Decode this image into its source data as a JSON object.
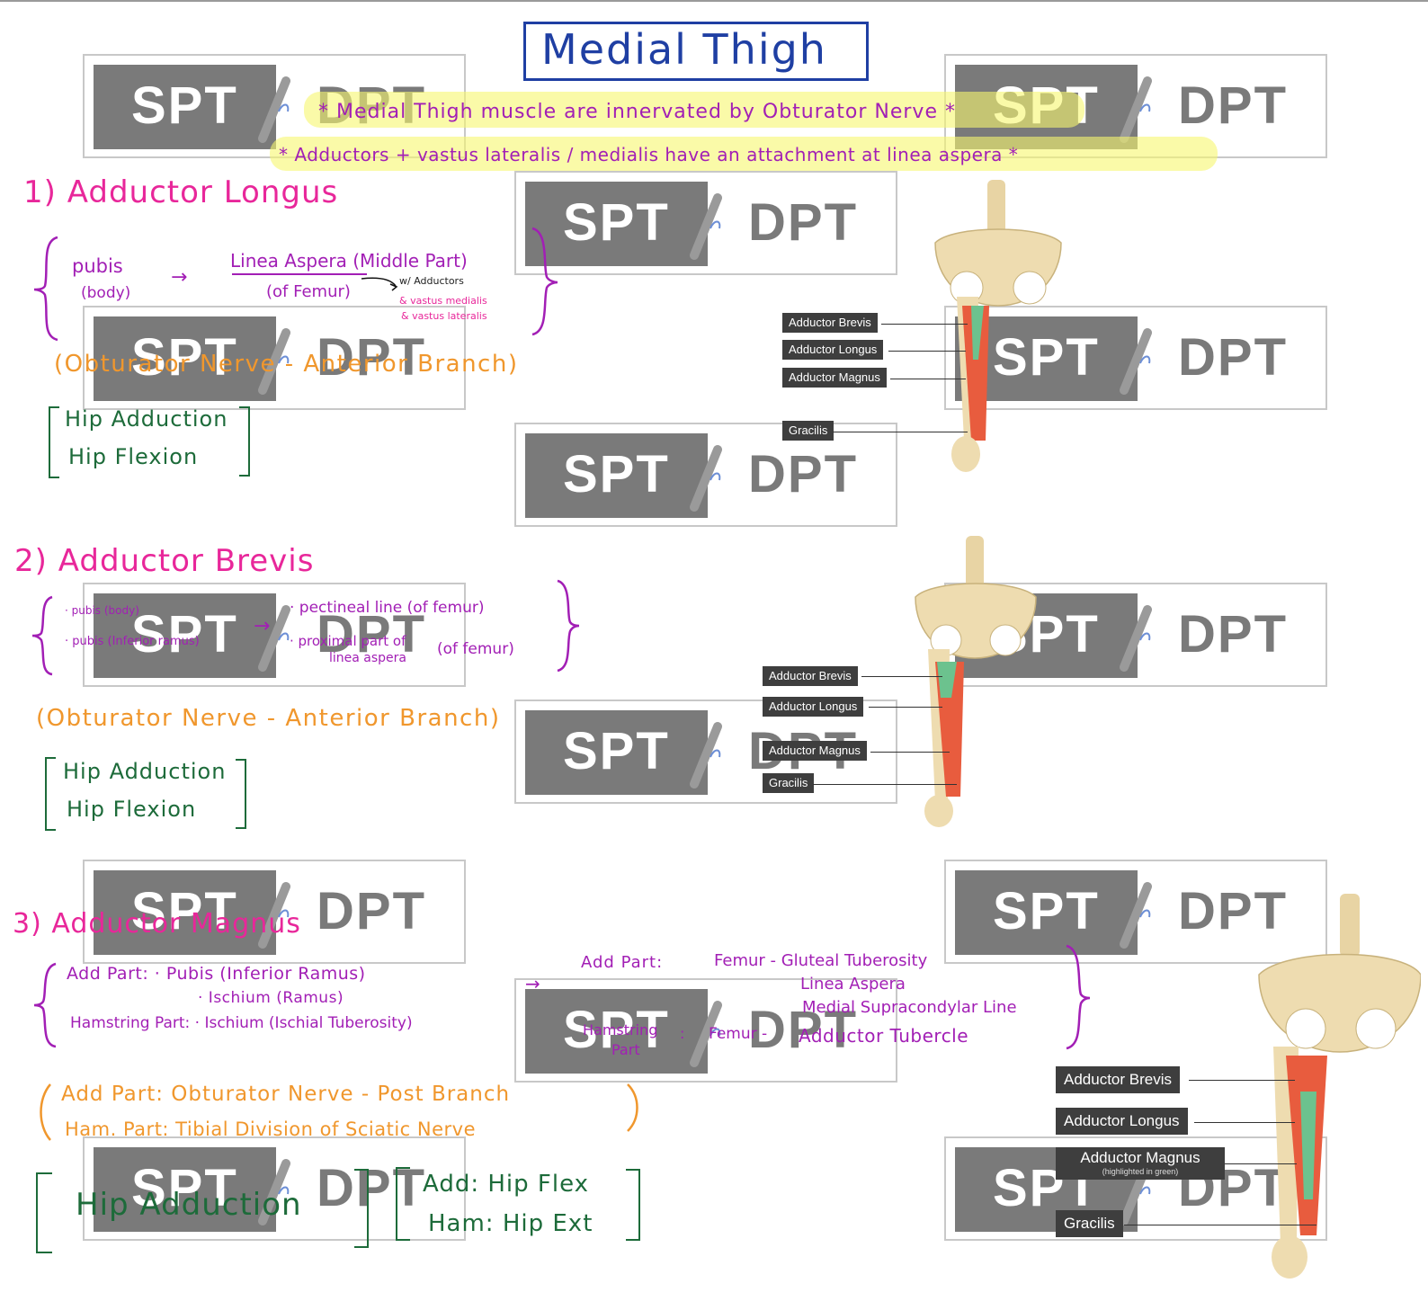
{
  "title": "Medial Thigh",
  "notes": {
    "note1": "* Medial Thigh muscle are innervated by Obturator Nerve *",
    "note2": "* Adductors + vastus lateralis / medialis have an attachment at linea aspera *"
  },
  "watermark": {
    "spt": "SPT",
    "slash": "⁄",
    "dpt": "DPT"
  },
  "s1": {
    "heading": "1) Adductor Longus",
    "origin_1": "pubis",
    "origin_2": "(body)",
    "arrow": "→",
    "insertion_1": "Linea Aspera (Middle Part)",
    "insertion_2": "(of Femur)",
    "side_1": "w/ Adductors",
    "side_2": "& vastus medialis",
    "side_3": "& vastus lateralis",
    "nerve": "(Obturator Nerve - Anterior Branch)",
    "action_1": "Hip Adduction",
    "action_2": "Hip Flexion"
  },
  "s2": {
    "heading": "2) Adductor Brevis",
    "origin_1": "· pubis (body)",
    "origin_2": "· pubis (Inferior ramus)",
    "arrow": "→",
    "insertion_1": "· pectineal line (of femur)",
    "insertion_2": "· proximal part of",
    "insertion_3": "linea aspera",
    "insertion_4": "(of femur)",
    "nerve": "(Obturator Nerve - Anterior Branch)",
    "action_1": "Hip Adduction",
    "action_2": "Hip Flexion"
  },
  "s3": {
    "heading": "3) Adductor Magnus",
    "origin_1": "Add Part: · Pubis (Inferior Ramus)",
    "origin_2": "· Ischium (Ramus)",
    "origin_3": "Hamstring Part: · Ischium (Ischial Tuberosity)",
    "arrow": "→",
    "ins_add_label": "Add Part:",
    "ins_add_1": "Femur - Gluteal Tuberosity",
    "ins_add_2": "Linea Aspera",
    "ins_add_3": "Medial Supracondylar Line",
    "ins_ham_label_1": "Hamstring",
    "ins_ham_label_2": "Part",
    "ins_ham_colon": ":",
    "ins_ham_1": "Femur -",
    "ins_ham_2": "Adductor Tubercle",
    "nerve_1": "Add Part: Obturator Nerve - Post Branch",
    "nerve_2": "Ham. Part: Tibial Division of Sciatic Nerve",
    "action_main": "Hip Adduction",
    "action_add": "Add: Hip Flex",
    "action_ham": "Ham: Hip Ext"
  },
  "figure1_labels": [
    "Adductor Brevis",
    "Adductor Longus",
    "Adductor Magnus",
    "Gracilis"
  ],
  "figure2_labels": [
    "Adductor Brevis",
    "Adductor Longus",
    "Adductor Magnus",
    "Gracilis"
  ],
  "figure3_labels": [
    "Adductor Brevis",
    "Adductor Longus",
    "Adductor Magnus",
    "(highlighted in green)",
    "Gracilis"
  ],
  "colors": {
    "heading": "#e8279a",
    "attachments": "#a21fb5",
    "nerve": "#f0972d",
    "action": "#1d6b3a",
    "title": "#1f3fa3",
    "highlight": "#f6f66e"
  }
}
